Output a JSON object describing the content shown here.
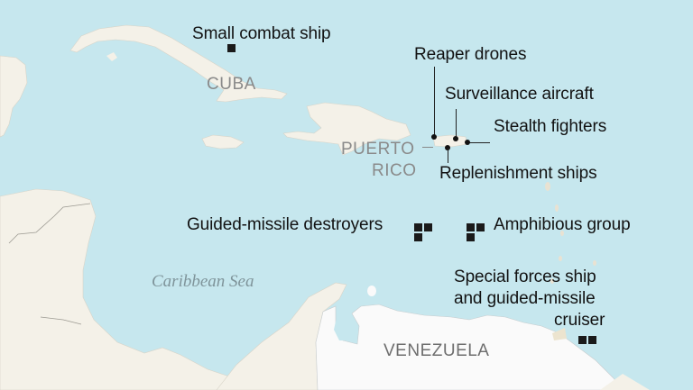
{
  "map": {
    "colors": {
      "water": "#c6e7ee",
      "land": "#f4f1e8",
      "venezuela_land": "#fafafa",
      "marker": "#1a1a1a",
      "label_text": "#121212",
      "country_label": "#8a8a8a",
      "sea_label": "#7f949a"
    },
    "place_labels": {
      "cuba": "CUBA",
      "puerto_rico_line1": "PUERTO",
      "puerto_rico_line2": "RICO",
      "venezuela": "VENEZUELA",
      "caribbean_sea": "Caribbean Sea"
    },
    "asset_labels": {
      "small_combat_ship": "Small combat ship",
      "reaper_drones": "Reaper drones",
      "surveillance_aircraft": "Surveillance aircraft",
      "stealth_fighters": "Stealth fighters",
      "replenishment_ships": "Replenishment ships",
      "guided_missile_destroyers": "Guided-missile destroyers",
      "amphibious_group": "Amphibious group",
      "special_forces_line1": "Special forces ship",
      "special_forces_line2": "and guided-missile",
      "special_forces_line3": "cruiser"
    },
    "markers": {
      "small_combat_ship_count": 1,
      "guided_missile_destroyers_count": 3,
      "amphibious_group_count": 3,
      "special_forces_cruiser_count": 2
    }
  }
}
